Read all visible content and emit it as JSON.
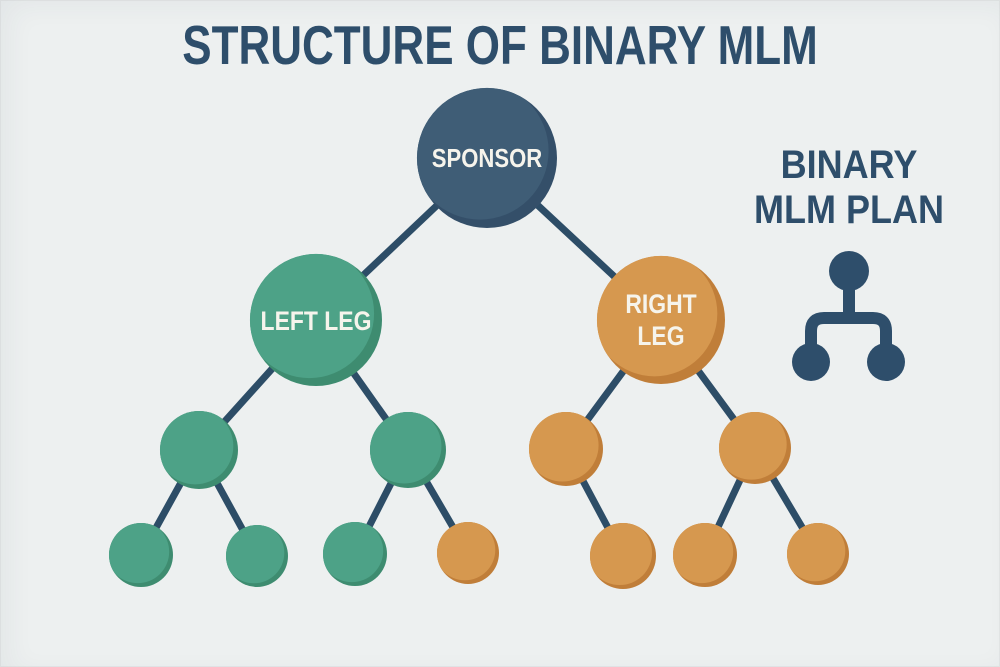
{
  "title": "STRUCTURE OF BINARY MLM",
  "side_label": {
    "line1": "BINARY",
    "line2": "MLM PLAN"
  },
  "colors": {
    "background": "#edf0f0",
    "ink": "#2e4e6b",
    "line": "#2d4d67",
    "node_text": "#f6f4ec",
    "blue": "#3f5d76",
    "blue_dark": "#344f69",
    "green": "#4da287",
    "green_dark": "#3e8c70",
    "orange": "#d6984f",
    "orange_dark": "#c07e39"
  },
  "nodes": {
    "sponsor": {
      "label": "SPONSOR",
      "color": "blue"
    },
    "left_leg": {
      "label": "LEFT LEG",
      "color": "green"
    },
    "right_leg": {
      "label_line1": "RIGHT",
      "label_line2": "LEG",
      "color": "orange"
    }
  },
  "tree": {
    "root": "SPONSOR",
    "children": [
      {
        "label": "LEFT LEG",
        "color": "green",
        "children": [
          {
            "color": "green",
            "children": [
              {
                "color": "green"
              },
              {
                "color": "green"
              }
            ]
          },
          {
            "color": "green",
            "children": [
              {
                "color": "green"
              },
              {
                "color": "orange"
              }
            ]
          }
        ]
      },
      {
        "label": "RIGHT LEG",
        "color": "orange",
        "children": [
          {
            "color": "orange",
            "children": [
              {
                "color": "orange"
              }
            ]
          },
          {
            "color": "orange",
            "children": [
              {
                "color": "orange"
              },
              {
                "color": "orange"
              }
            ]
          }
        ]
      }
    ]
  },
  "icon": {
    "name": "binary-tree-icon"
  }
}
